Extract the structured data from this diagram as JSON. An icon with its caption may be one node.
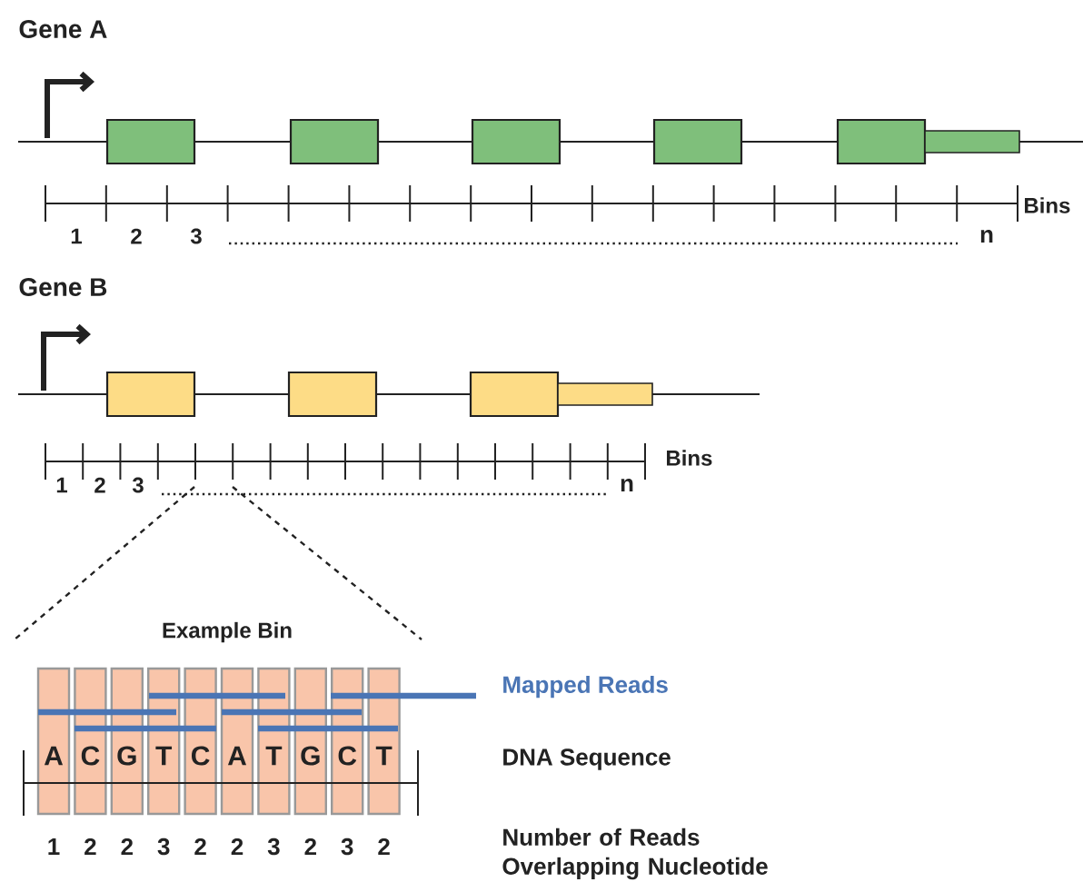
{
  "diagram": {
    "nodes": [
      {
        "text": [
          "A"
        ],
        "beside": [
          "1"
        ]
      },
      {
        "text": [
          "C"
        ],
        "beside": [
          "2"
        ]
      },
      {
        "text": [
          "G"
        ],
        "beside": [
          "2"
        ]
      },
      {
        "text": [
          "T"
        ],
        "beside": [
          "3"
        ]
      },
      {
        "text": [
          "C"
        ],
        "beside": [
          "2"
        ]
      },
      {
        "text": [
          "A"
        ],
        "beside": [
          "2"
        ]
      },
      {
        "text": [
          "T"
        ],
        "beside": [
          "3"
        ]
      },
      {
        "text": [
          "G"
        ],
        "beside": [
          "2"
        ]
      },
      {
        "text": [
          "C"
        ],
        "beside": [
          "3"
        ]
      },
      {
        "text": [
          "T"
        ],
        "beside": [
          "2"
        ]
      }
    ],
    "labels": [
      "Gene A",
      "1",
      "2",
      "3",
      "n",
      "Bins",
      "Gene B",
      "1",
      "2",
      "3",
      "n",
      "Bins",
      "Example Bin",
      "Mapped Reads",
      "DNA Sequence",
      "Number of Reads Overlapping Nucleotide"
    ]
  }
}
